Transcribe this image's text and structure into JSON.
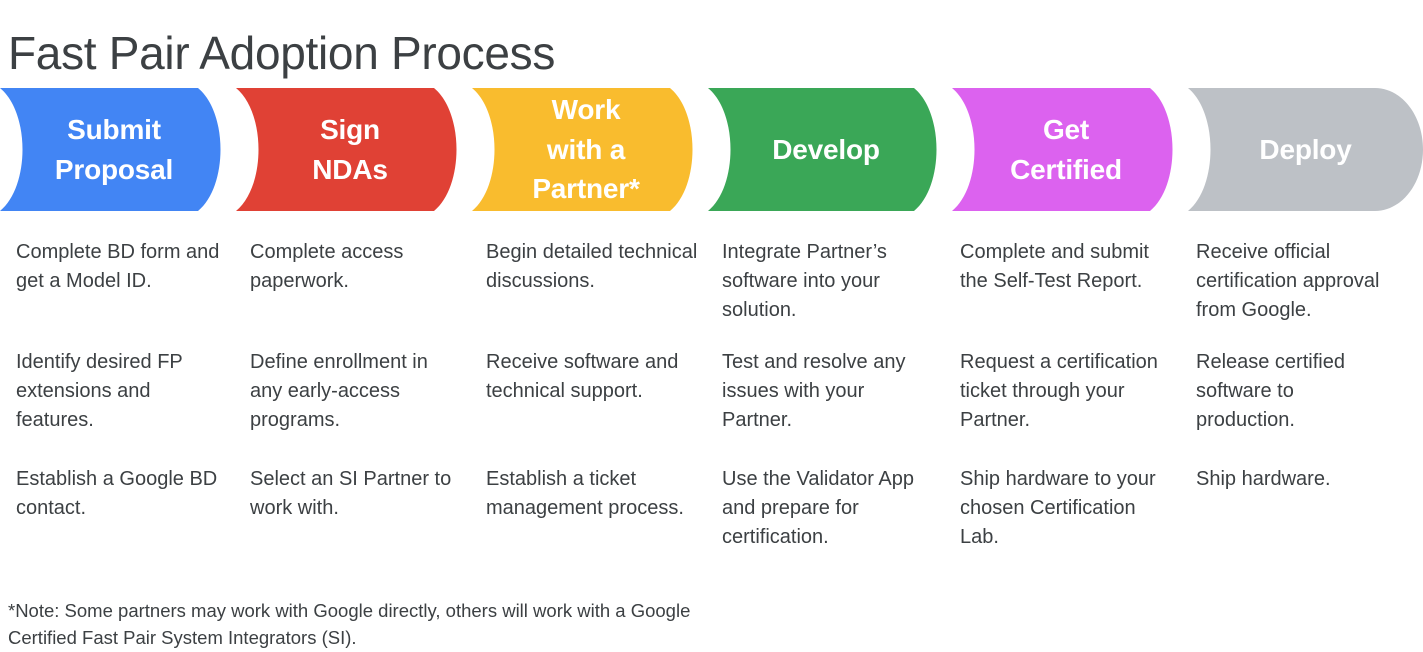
{
  "page": {
    "title": "Fast Pair Adoption Process",
    "background": "#ffffff",
    "text_color": "#3c4043"
  },
  "stages": [
    {
      "key": "submit-proposal",
      "color": "#4285f4",
      "title_lines": [
        "Submit",
        "Proposal"
      ],
      "items": [
        "Complete BD form and get a Model ID.",
        "Identify desired FP extensions and features.",
        "Establish a Google BD contact."
      ]
    },
    {
      "key": "sign-ndas",
      "color": "#e04135",
      "title_lines": [
        "Sign",
        "NDAs"
      ],
      "items": [
        "Complete access paperwork.",
        "Define enrollment in any early-access programs.",
        "Select an SI Partner to work with."
      ]
    },
    {
      "key": "work-with-a-partner",
      "color": "#f9bc2e",
      "title_lines": [
        "Work",
        "with a",
        "Partner*"
      ],
      "items": [
        "Begin detailed technical discussions.",
        "Receive software and technical support.",
        "Establish a ticket management process."
      ]
    },
    {
      "key": "develop",
      "color": "#3aa757",
      "title_lines": [
        "Develop"
      ],
      "items": [
        "Integrate Partner’s software into your solution.",
        "Test and resolve any issues with your Partner.",
        "Use the Validator App and prepare for certification."
      ]
    },
    {
      "key": "get-certified",
      "color": "#dc62ef",
      "title_lines": [
        "Get",
        "Certified"
      ],
      "items": [
        "Complete and submit the Self-Test Report.",
        "Request a certification ticket through your Partner.",
        "Ship hardware to your chosen Certification Lab."
      ]
    },
    {
      "key": "deploy",
      "color": "#bdc1c6",
      "title_lines": [
        "Deploy"
      ],
      "items": [
        "Receive official certification approval from Google.",
        "Release certified software to production.",
        "Ship hardware."
      ]
    }
  ],
  "footnote": "*Note: Some partners may work with Google directly, others will work with a Google Certified Fast Pair System Integrators (SI)."
}
